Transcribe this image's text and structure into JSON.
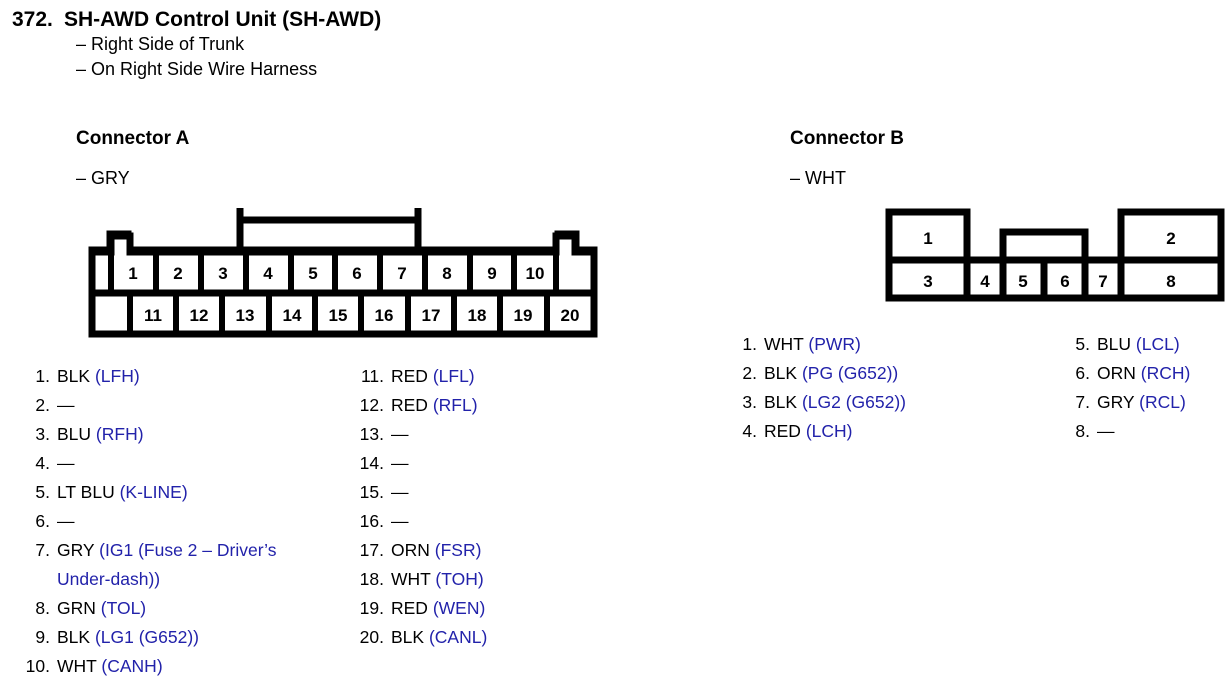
{
  "header": {
    "number": "372.",
    "title": "SH-AWD Control Unit (SH-AWD)",
    "bullets": [
      "– Right Side of Trunk",
      "– On Right Side Wire Harness"
    ]
  },
  "colors": {
    "signal_blue": "#2222aa",
    "text_black": "#000000",
    "outline_black": "#000000",
    "page_background": "#ffffff"
  },
  "connector_a": {
    "heading": "Connector A",
    "subheading": "– GRY",
    "diagram": {
      "top_row_pins": [
        "1",
        "2",
        "3",
        "4",
        "5",
        "6",
        "7",
        "8",
        "9",
        "10"
      ],
      "bottom_row_pins": [
        "11",
        "12",
        "13",
        "14",
        "15",
        "16",
        "17",
        "18",
        "19",
        "20"
      ],
      "has_top_latch": true,
      "has_corner_notches": true,
      "blank_cells": [
        "top-right",
        "bottom-left"
      ]
    },
    "pins_left": [
      {
        "n": "1.",
        "color": "BLK",
        "signal": "(LFH)"
      },
      {
        "n": "2.",
        "color": "—",
        "signal": ""
      },
      {
        "n": "3.",
        "color": "BLU",
        "signal": "(RFH)"
      },
      {
        "n": "4.",
        "color": "—",
        "signal": ""
      },
      {
        "n": "5.",
        "color": "LT BLU",
        "signal": "(K-LINE)"
      },
      {
        "n": "6.",
        "color": "—",
        "signal": ""
      },
      {
        "n": "7.",
        "color": "GRY",
        "signal": "(IG1 (Fuse 2 – Driver’s",
        "continuation": "Under-dash))"
      },
      {
        "n": "8.",
        "color": "GRN",
        "signal": "(TOL)"
      },
      {
        "n": "9.",
        "color": "BLK",
        "signal": "(LG1 (G652))"
      },
      {
        "n": "10.",
        "color": "WHT",
        "signal": "(CANH)"
      }
    ],
    "pins_right": [
      {
        "n": "11.",
        "color": "RED",
        "signal": "(LFL)"
      },
      {
        "n": "12.",
        "color": "RED",
        "signal": "(RFL)"
      },
      {
        "n": "13.",
        "color": "—",
        "signal": ""
      },
      {
        "n": "14.",
        "color": "—",
        "signal": ""
      },
      {
        "n": "15.",
        "color": "—",
        "signal": ""
      },
      {
        "n": "16.",
        "color": "—",
        "signal": ""
      },
      {
        "n": "17.",
        "color": "ORN",
        "signal": "(FSR)"
      },
      {
        "n": "18.",
        "color": "WHT",
        "signal": "(TOH)"
      },
      {
        "n": "19.",
        "color": "RED",
        "signal": "(WEN)"
      },
      {
        "n": "20.",
        "color": "BLK",
        "signal": "(CANL)"
      }
    ]
  },
  "connector_b": {
    "heading": "Connector B",
    "subheading": "– WHT",
    "diagram": {
      "top_row_pins": [
        "1",
        "2"
      ],
      "bottom_row_pins": [
        "3",
        "4",
        "5",
        "6",
        "7",
        "8"
      ],
      "has_center_tab": true
    },
    "pins_left": [
      {
        "n": "1.",
        "color": "WHT",
        "signal": "(PWR)"
      },
      {
        "n": "2.",
        "color": "BLK",
        "signal": "(PG (G652))"
      },
      {
        "n": "3.",
        "color": "BLK",
        "signal": "(LG2 (G652))"
      },
      {
        "n": "4.",
        "color": "RED",
        "signal": "(LCH)"
      }
    ],
    "pins_right": [
      {
        "n": "5.",
        "color": "BLU",
        "signal": "(LCL)"
      },
      {
        "n": "6.",
        "color": "ORN",
        "signal": "(RCH)"
      },
      {
        "n": "7.",
        "color": "GRY",
        "signal": "(RCL)"
      },
      {
        "n": "8.",
        "color": "—",
        "signal": ""
      }
    ]
  }
}
